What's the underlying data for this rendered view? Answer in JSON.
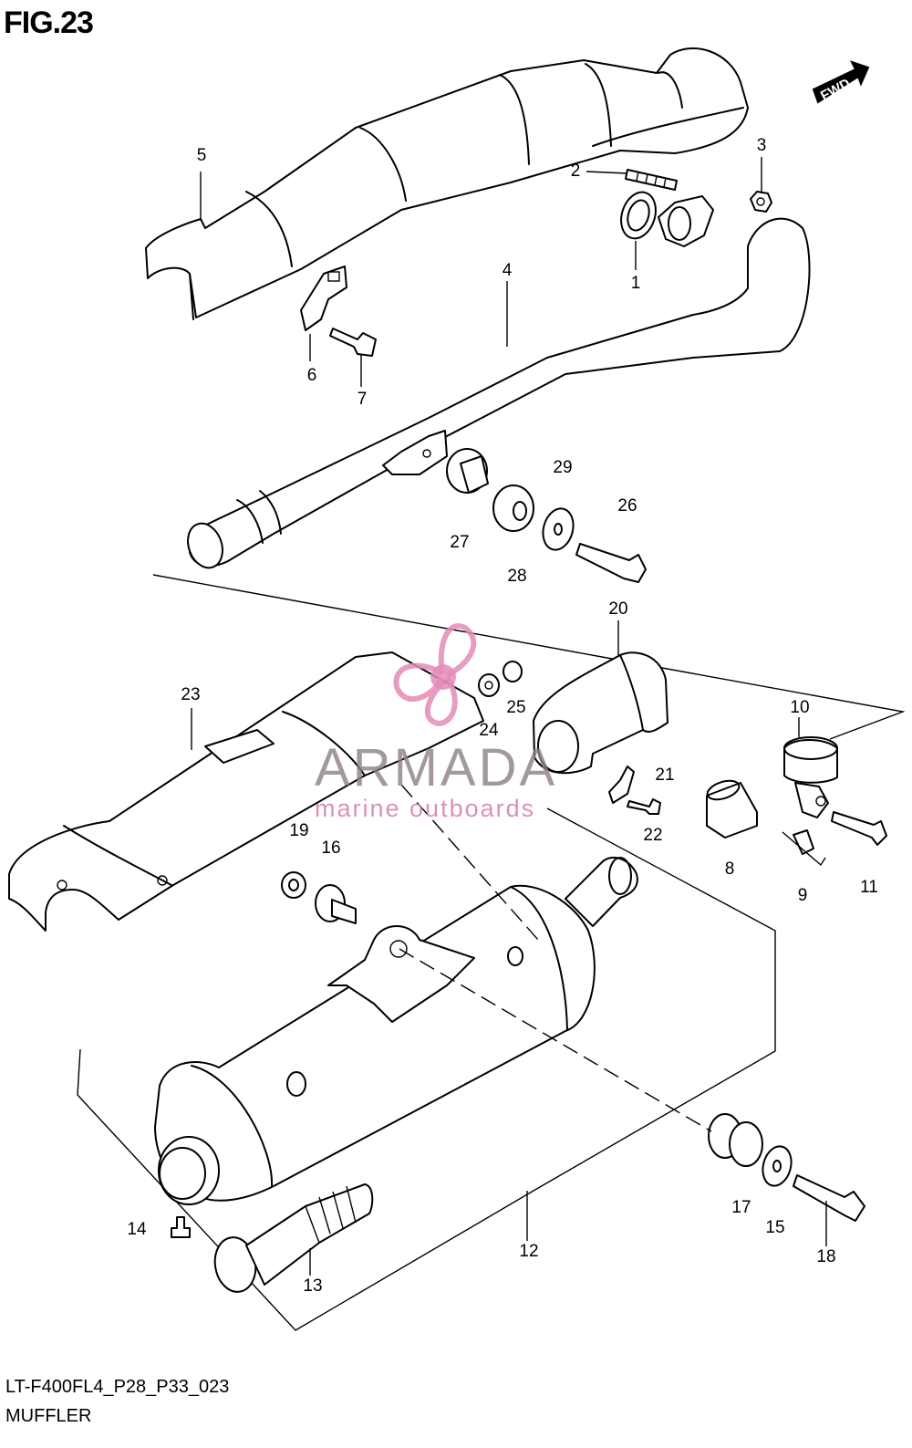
{
  "figure": {
    "title": "FIG.23",
    "code": "LT-F400FL4_P28_P33_023",
    "name": "MUFFLER"
  },
  "watermark": {
    "brand": "ARMADA",
    "tagline": "marine outboards",
    "logo_icon": "propeller-icon"
  },
  "fwd_label": "FWD",
  "callouts": [
    "1",
    "2",
    "3",
    "4",
    "5",
    "6",
    "7",
    "8",
    "9",
    "10",
    "11",
    "12",
    "13",
    "14",
    "15",
    "16",
    "17",
    "18",
    "19",
    "20",
    "21",
    "22",
    "23",
    "24",
    "25",
    "26",
    "27",
    "28",
    "29"
  ],
  "colors": {
    "line": "#000000",
    "watermark_logo": "#e38cb8",
    "watermark_text": "#8d7f84"
  }
}
